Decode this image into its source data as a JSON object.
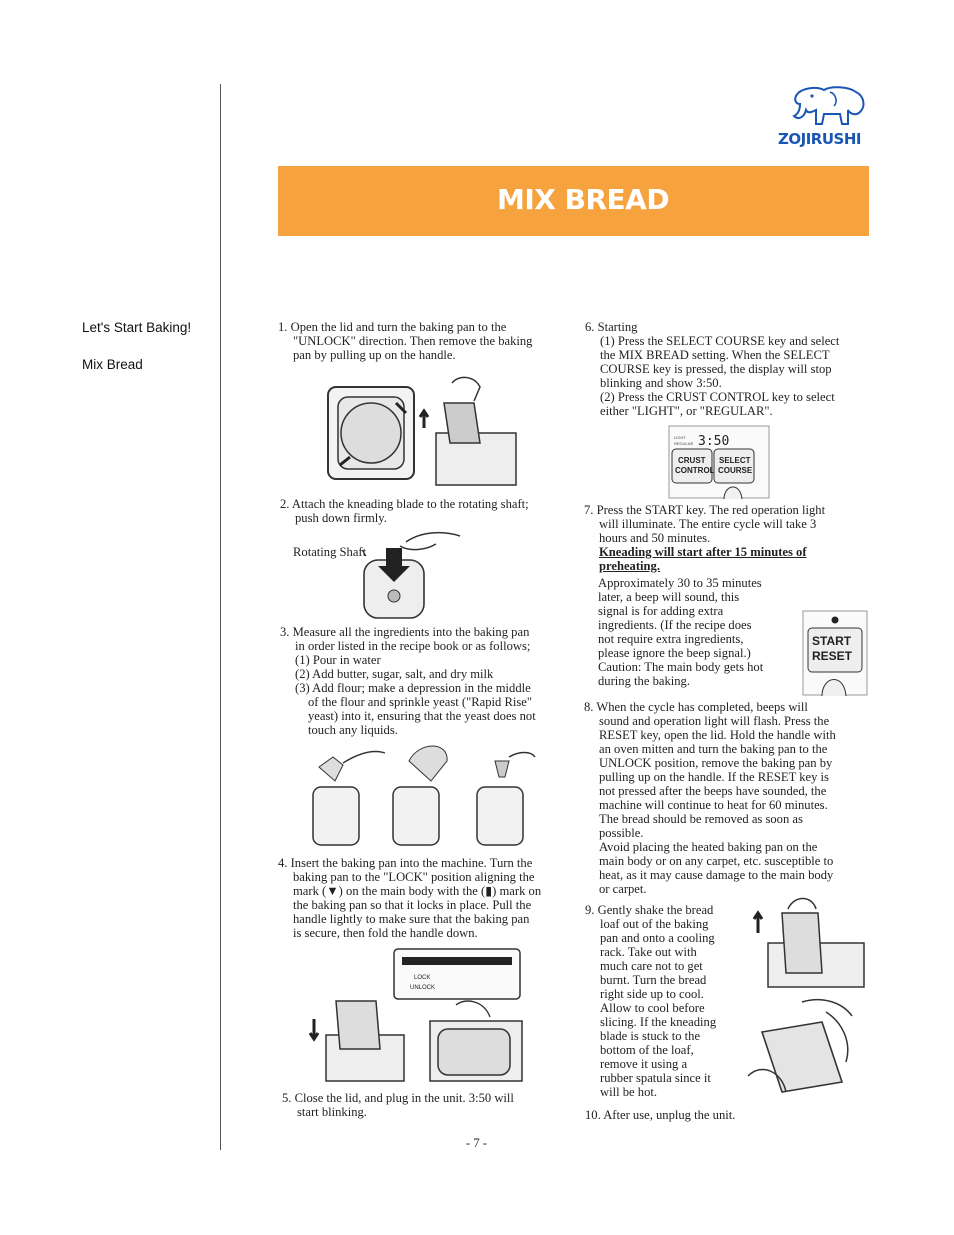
{
  "brand": {
    "name": "ZOJIRUSHI"
  },
  "header": {
    "title": "MIX BREAD"
  },
  "sidebar": {
    "items": [
      "Let's Start Baking!",
      "Mix Bread"
    ]
  },
  "steps": {
    "s1": {
      "lines": [
        "1. Open the lid and turn the baking pan to the",
        "\"UNLOCK\" direction. Then remove the baking",
        "pan by pulling up on the handle."
      ]
    },
    "s2": {
      "lines": [
        "2. Attach the kneading blade to the rotating shaft;",
        "push down firmly."
      ],
      "callout": "Rotating Shaft"
    },
    "s3": {
      "lines": [
        "3. Measure all the ingredients into the baking pan",
        "in order listed in the recipe book or as follows;",
        "(1) Pour in water",
        "(2) Add butter, sugar, salt, and dry milk"
      ],
      "sub3": [
        "(3) Add flour; make a depression in the middle",
        "of the flour and sprinkle yeast (\"Rapid Rise\"",
        "yeast) into it, ensuring that the yeast does not",
        "touch any liquids."
      ]
    },
    "s4": {
      "lines": [
        "4. Insert the baking pan into the machine. Turn the",
        "baking pan to the \"LOCK\" position aligning the",
        "mark (▼) on the main body with the (▮) mark on",
        "the baking pan so that it locks in place. Pull the",
        "handle lightly to make sure that the baking pan",
        "is secure, then fold the handle down."
      ]
    },
    "s5": {
      "lines": [
        "5. Close the lid, and plug in the unit. 3:50 will",
        "start blinking."
      ]
    },
    "s6": {
      "lines": [
        "6. Starting",
        "(1) Press the SELECT COURSE key and select",
        "the MIX BREAD setting. When the SELECT",
        "COURSE key is pressed, the display will stop",
        "blinking and show 3:50.",
        "(2) Press the CRUST CONTROL key to select",
        "either \"LIGHT\", or \"REGULAR\"."
      ]
    },
    "s7": {
      "lines": [
        "7. Press the START key. The red operation light",
        "will illuminate. The entire cycle will take 3",
        "hours and 50 minutes."
      ],
      "bold": [
        "Kneading will start after 15 minutes of",
        "preheating."
      ],
      "rest": [
        "Approximately 30 to 35 minutes",
        "later, a beep will sound, this",
        "signal is for adding extra",
        "ingredients. (If the recipe does",
        "not require extra ingredients,",
        "please ignore the beep signal.)",
        "Caution: The main body gets hot",
        "during the baking."
      ]
    },
    "s8": {
      "lines": [
        "8. When the cycle has completed, beeps will",
        "sound and operation light will flash. Press   the",
        "RESET key, open the lid. Hold the handle with",
        "an oven mitten and turn the baking pan to the",
        "UNLOCK position, remove the baking pan by",
        "pulling up on the handle. If the RESET key is",
        "not pressed after the beeps have sounded, the",
        "machine will continue to heat for 60 minutes.",
        "The bread should be removed as soon as",
        "possible.",
        "Avoid placing the heated baking pan on the",
        "main body or on any carpet, etc. susceptible to",
        "heat, as it may cause damage to the main body",
        "or carpet."
      ]
    },
    "s9": {
      "lines": [
        "9. Gently shake the bread",
        "loaf out of the baking",
        "pan and onto a cooling",
        "rack. Take out with",
        "much care not to get",
        "burnt. Turn the bread",
        "right side up to cool.",
        "Allow to cool before",
        "slicing. If the kneading",
        "blade is stuck to the",
        "bottom of the loaf,",
        "remove it using a",
        "rubber spatula since it",
        "will be hot."
      ]
    },
    "s10": {
      "lines": [
        "10. After use, unplug the unit."
      ]
    }
  },
  "panel": {
    "display": "3:50",
    "crust_a": "CRUST",
    "crust_b": "CONTROL",
    "select_a": "SELECT",
    "select_b": "COURSE",
    "light": "LIGHT",
    "regular": "REGULAR",
    "start": "START",
    "reset": "RESET"
  },
  "lock_label": {
    "lock": "LOCK",
    "unlock": "UNLOCK"
  },
  "footer": {
    "page": "- 7 -"
  }
}
